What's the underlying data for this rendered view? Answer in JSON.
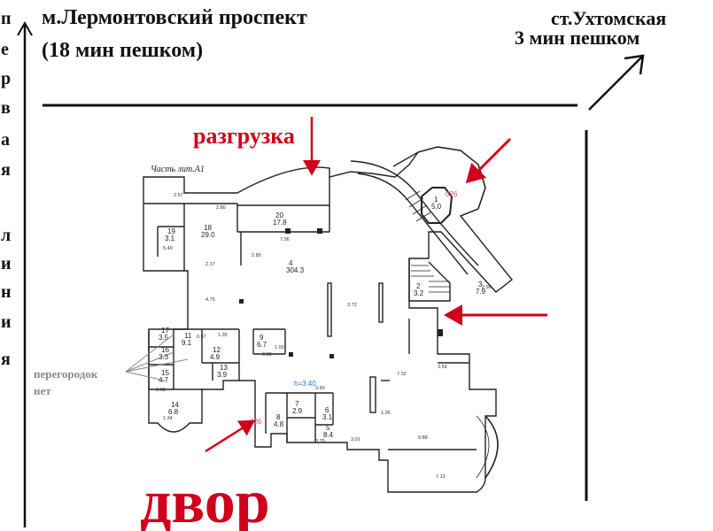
{
  "header": {
    "station_left_line1": "м.Лермонтовский проспект",
    "station_left_line2": "(18 мин пешком)",
    "station_right_line1": "ст.Ухтомская",
    "station_right_line2": "3 мин пешком"
  },
  "street_letters": [
    "п",
    "е",
    "р",
    "в",
    "а",
    "я",
    "",
    "л",
    "и",
    "н",
    "и",
    "я"
  ],
  "labels": {
    "unloading": "разгрузка",
    "plan_title": "Часть лит.А1",
    "no_partitions_line1": "перегородок",
    "no_partitions_line2": "нет",
    "yard": "двор",
    "height": "h=3.40"
  },
  "entrance_tags": [
    "026",
    "026"
  ],
  "rooms": [
    {
      "num": "1",
      "area": "5.0"
    },
    {
      "num": "2",
      "area": "3.2"
    },
    {
      "num": "3",
      "area": "7.9"
    },
    {
      "num": "4",
      "area": "304.3"
    },
    {
      "num": "5",
      "area": "8.4"
    },
    {
      "num": "6",
      "area": "3.1"
    },
    {
      "num": "7",
      "area": "2.9"
    },
    {
      "num": "8",
      "area": "4.8"
    },
    {
      "num": "9",
      "area": "6.7"
    },
    {
      "num": "11",
      "area": "9.1"
    },
    {
      "num": "12",
      "area": "4.9"
    },
    {
      "num": "13",
      "area": "3.9"
    },
    {
      "num": "14",
      "area": "6.8"
    },
    {
      "num": "15",
      "area": "4.7"
    },
    {
      "num": "16",
      "area": "3.3"
    },
    {
      "num": "17",
      "area": "3.5"
    },
    {
      "num": "18",
      "area": "29.0"
    },
    {
      "num": "19",
      "area": "3.1"
    },
    {
      "num": "20",
      "area": "17.8"
    }
  ],
  "dimensions": [
    "2.57",
    "2.80",
    "5.49",
    "2.17",
    "7.36",
    "2.85",
    "4.75",
    "3.72",
    "3.38",
    "1.00",
    "3.59",
    "7.32",
    "3.60",
    "1.26",
    "3.75",
    "3.01",
    "9.88",
    "7.13",
    "2.96",
    "0.57",
    "1.35",
    "2.08",
    "1.34"
  ],
  "colors": {
    "arrow_red": "#d0021b",
    "text_red": "#d0021b",
    "label_gray": "#8a8a8a",
    "tag_pink": "#e0457b",
    "height_blue": "#2a6fd1",
    "ink": "#111111"
  }
}
